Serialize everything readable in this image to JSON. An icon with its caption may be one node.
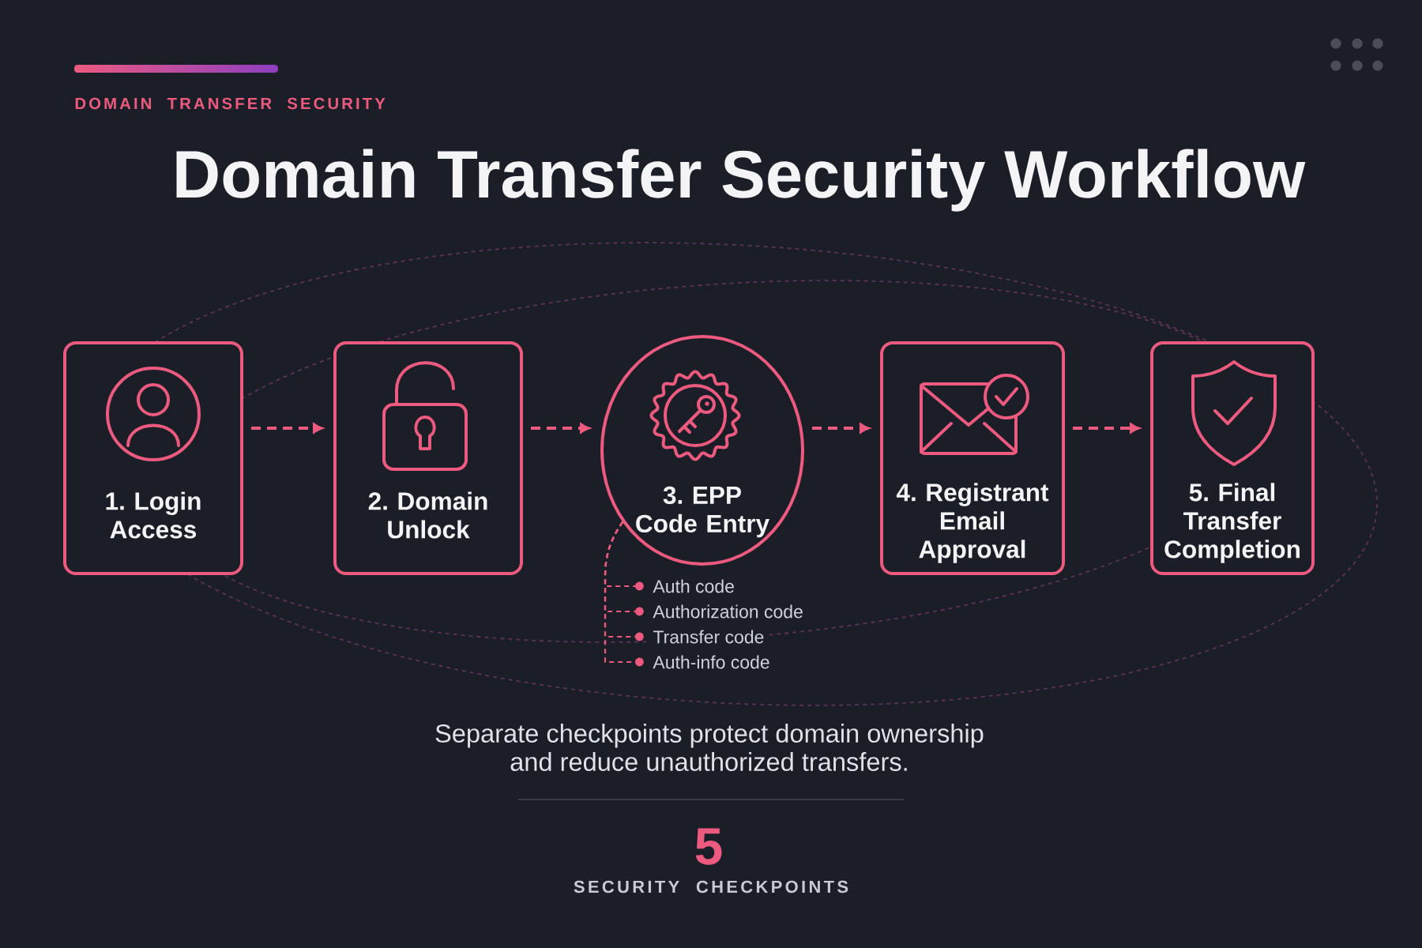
{
  "diagram": {
    "title": "Domain Transfer Security Workflow",
    "caption": "Separate checkpoints protect domain ownership and reduce unauthorized transfers.",
    "nodes": [
      {
        "text": [
          "1. Login Access"
        ]
      },
      {
        "text": [
          "2. Domain Unlock"
        ]
      },
      {
        "text": [
          "3. EPP Code Entry"
        ]
      },
      {
        "text": [
          "4. Registrant Email Approval"
        ]
      },
      {
        "text": [
          "5. Final Transfer Completion"
        ]
      },
      {
        "text": [
          "Auth code"
        ]
      },
      {
        "text": [
          "Authorization code"
        ]
      },
      {
        "text": [
          "Transfer code"
        ]
      },
      {
        "text": [
          "Auth-info code"
        ]
      }
    ],
    "edges": [
      {
        "from": 0,
        "to": 1,
        "arrow": "to",
        "style": "dashed"
      },
      {
        "from": 1,
        "to": 2,
        "arrow": "to",
        "style": "dashed"
      },
      {
        "from": 2,
        "to": 3,
        "arrow": "to",
        "style": "dashed"
      },
      {
        "from": 3,
        "to": 4,
        "arrow": "to",
        "style": "dashed"
      },
      {
        "from": 2,
        "to": 5,
        "arrow": "none",
        "style": "dashed"
      },
      {
        "from": 2,
        "to": 6,
        "arrow": "none",
        "style": "dashed"
      },
      {
        "from": 2,
        "to": 7,
        "arrow": "none",
        "style": "dashed"
      },
      {
        "from": 2,
        "to": 8,
        "arrow": "none",
        "style": "dashed"
      }
    ],
    "labels": [
      "DOMAIN TRANSFER SECURITY",
      "5",
      "SECURITY CHECKPOINTS"
    ]
  }
}
